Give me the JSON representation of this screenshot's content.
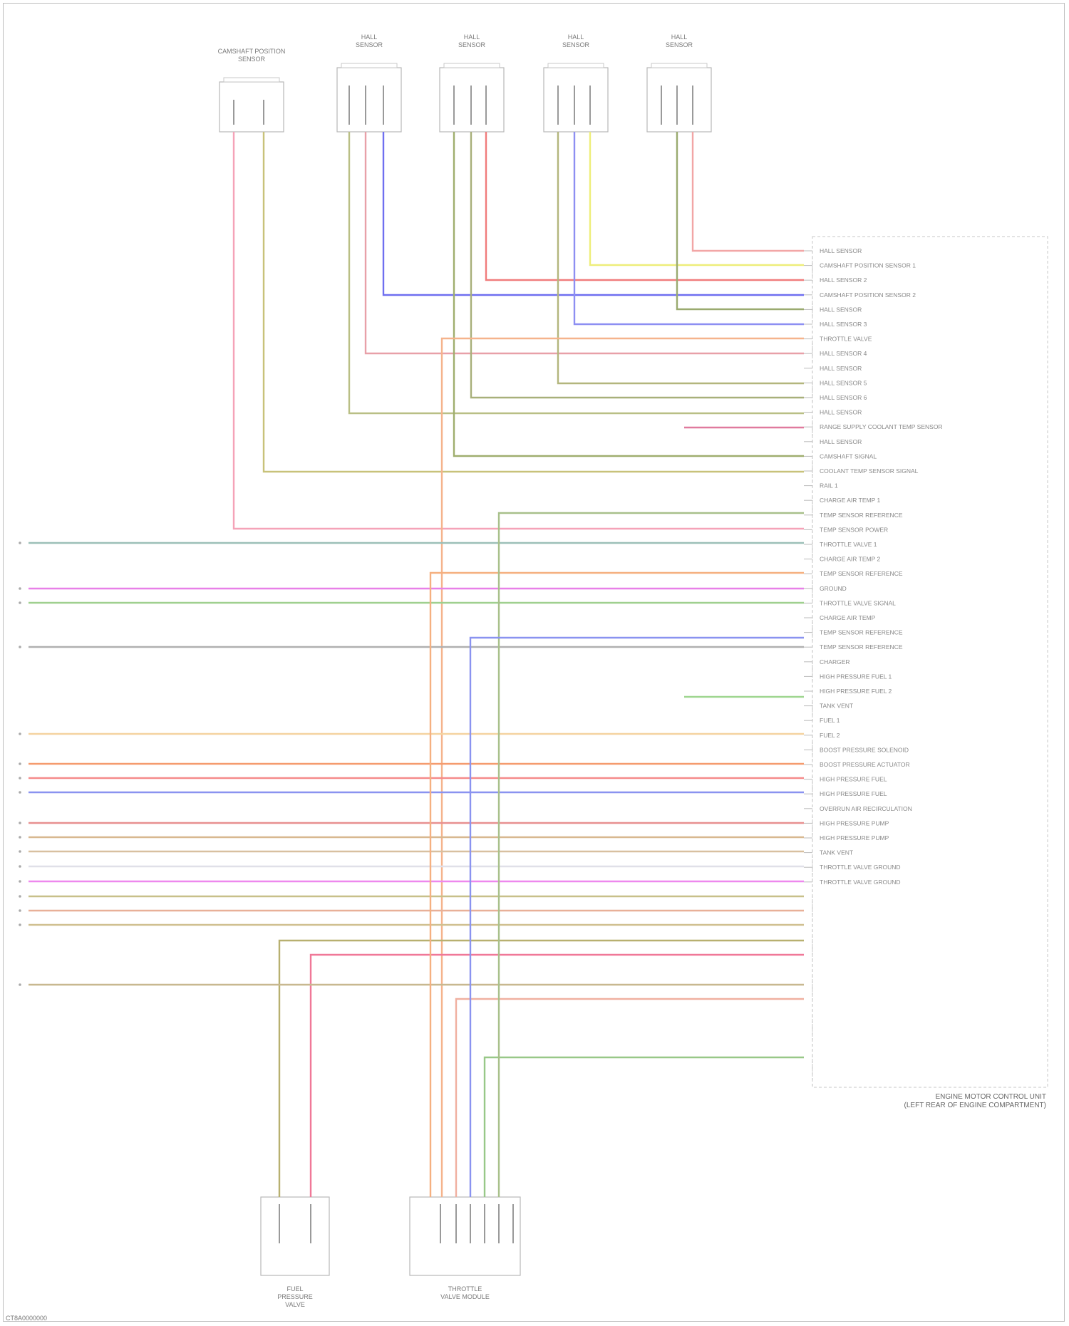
{
  "diagram": {
    "units": [
      {
        "id": "u1",
        "label_lines": [
          "CAMSHAFT POSITION",
          "SENSOR"
        ],
        "pins": 2
      },
      {
        "id": "u2",
        "label_lines": [
          "HALL",
          "SENSOR"
        ],
        "pins": 3
      },
      {
        "id": "u3",
        "label_lines": [
          "HALL",
          "SENSOR"
        ],
        "pins": 3
      },
      {
        "id": "u4",
        "label_lines": [
          "HALL",
          "SENSOR"
        ],
        "pins": 3
      },
      {
        "id": "u5",
        "label_lines": [
          "HALL",
          "SENSOR"
        ],
        "pins": 3
      },
      {
        "id": "u6",
        "label_lines": [
          "FUEL",
          "PRESSURE",
          "VALVE"
        ],
        "pins": 2
      },
      {
        "id": "u7",
        "label_lines": [
          "THROTTLE",
          "VALVE MODULE"
        ],
        "pins": 6
      }
    ],
    "ecm": {
      "label_lines": [
        "ENGINE MOTOR CONTROL UNIT",
        "(LEFT REAR OF ENGINE COMPARTMENT)"
      ],
      "signals": [
        "HALL SENSOR",
        "CAMSHAFT POSITION SENSOR 1",
        "HALL SENSOR 2",
        "CAMSHAFT POSITION SENSOR 2",
        "HALL SENSOR",
        "HALL SENSOR 3",
        "THROTTLE VALVE",
        "HALL SENSOR 4",
        "HALL SENSOR",
        "HALL SENSOR 5",
        "HALL SENSOR 6",
        "HALL SENSOR",
        "RANGE SUPPLY COOLANT TEMP SENSOR",
        "HALL SENSOR",
        "CAMSHAFT SIGNAL",
        "COOLANT TEMP SENSOR SIGNAL",
        "RAIL 1",
        "CHARGE AIR TEMP 1",
        "TEMP SENSOR REFERENCE",
        "TEMP SENSOR POWER",
        "THROTTLE VALVE 1",
        "CHARGE AIR TEMP 2",
        "TEMP SENSOR REFERENCE",
        "GROUND",
        "THROTTLE VALVE SIGNAL",
        "CHARGE AIR TEMP",
        "TEMP SENSOR REFERENCE",
        "TEMP SENSOR REFERENCE",
        "CHARGER",
        "HIGH PRESSURE FUEL 1",
        "HIGH PRESSURE FUEL 2",
        "TANK VENT",
        "FUEL 1",
        "FUEL 2",
        "BOOST PRESSURE SOLENOID",
        "BOOST PRESSURE ACTUATOR",
        "HIGH PRESSURE FUEL",
        "HIGH PRESSURE FUEL",
        "OVERRUN AIR RECIRCULATION",
        "HIGH PRESSURE PUMP",
        "HIGH PRESSURE PUMP",
        "TANK VENT",
        "THROTTLE VALVE GROUND",
        "THROTTLE VALVE GROUND"
      ]
    },
    "wires": [
      {
        "id": "w1",
        "color": "#f5a3b8"
      },
      {
        "id": "w2",
        "color": "#c8c27a"
      },
      {
        "id": "w3",
        "color": "#e8a0a8"
      },
      {
        "id": "w4",
        "color": "#6f6ff0"
      },
      {
        "id": "w5",
        "color": "#b9bf85"
      },
      {
        "id": "w6",
        "color": "#f07c7c"
      },
      {
        "id": "w7",
        "color": "#9fae6e"
      },
      {
        "id": "w8",
        "color": "#8d8ff2"
      },
      {
        "id": "w9",
        "color": "#eeee7a"
      },
      {
        "id": "w10",
        "color": "#b3b67d"
      },
      {
        "id": "w11",
        "color": "#a8b07a"
      },
      {
        "id": "w12",
        "color": "#f2a6a6"
      },
      {
        "id": "w13",
        "color": "#f5b38c"
      },
      {
        "id": "w14",
        "color": "#9aaa6f"
      },
      {
        "id": "w15",
        "color": "#e07a9e"
      },
      {
        "id": "w16",
        "color": "#9cbfb8"
      },
      {
        "id": "w17",
        "color": "#e880e8"
      },
      {
        "id": "w18",
        "color": "#9fd08f"
      },
      {
        "id": "w19",
        "color": "#b0b0b0"
      },
      {
        "id": "w20",
        "color": "#f5d3a0"
      },
      {
        "id": "w21",
        "color": "#f59b6e"
      },
      {
        "id": "w22",
        "color": "#f58a8a"
      },
      {
        "id": "w23",
        "color": "#8a93f0"
      },
      {
        "id": "w24",
        "color": "#e89090"
      },
      {
        "id": "w25",
        "color": "#d8b890"
      },
      {
        "id": "w26",
        "color": "#d8c0a0"
      },
      {
        "id": "w27",
        "color": "#e0e0e8"
      },
      {
        "id": "w28",
        "color": "#ee88ee"
      },
      {
        "id": "w29",
        "color": "#c8c08a"
      },
      {
        "id": "w30",
        "color": "#e8b098"
      },
      {
        "id": "w31",
        "color": "#d0c090"
      },
      {
        "id": "w32",
        "color": "#b8b070"
      },
      {
        "id": "w33",
        "color": "#f07898"
      },
      {
        "id": "w34",
        "color": "#c8b890"
      },
      {
        "id": "w35",
        "color": "#f0b0a0"
      },
      {
        "id": "w36",
        "color": "#98c888"
      },
      {
        "id": "w37",
        "color": "#f5b080"
      },
      {
        "id": "w38",
        "color": "#a8c08a"
      },
      {
        "id": "w39",
        "color": "#9fd690"
      }
    ]
  },
  "credit": "CT8A0000000"
}
